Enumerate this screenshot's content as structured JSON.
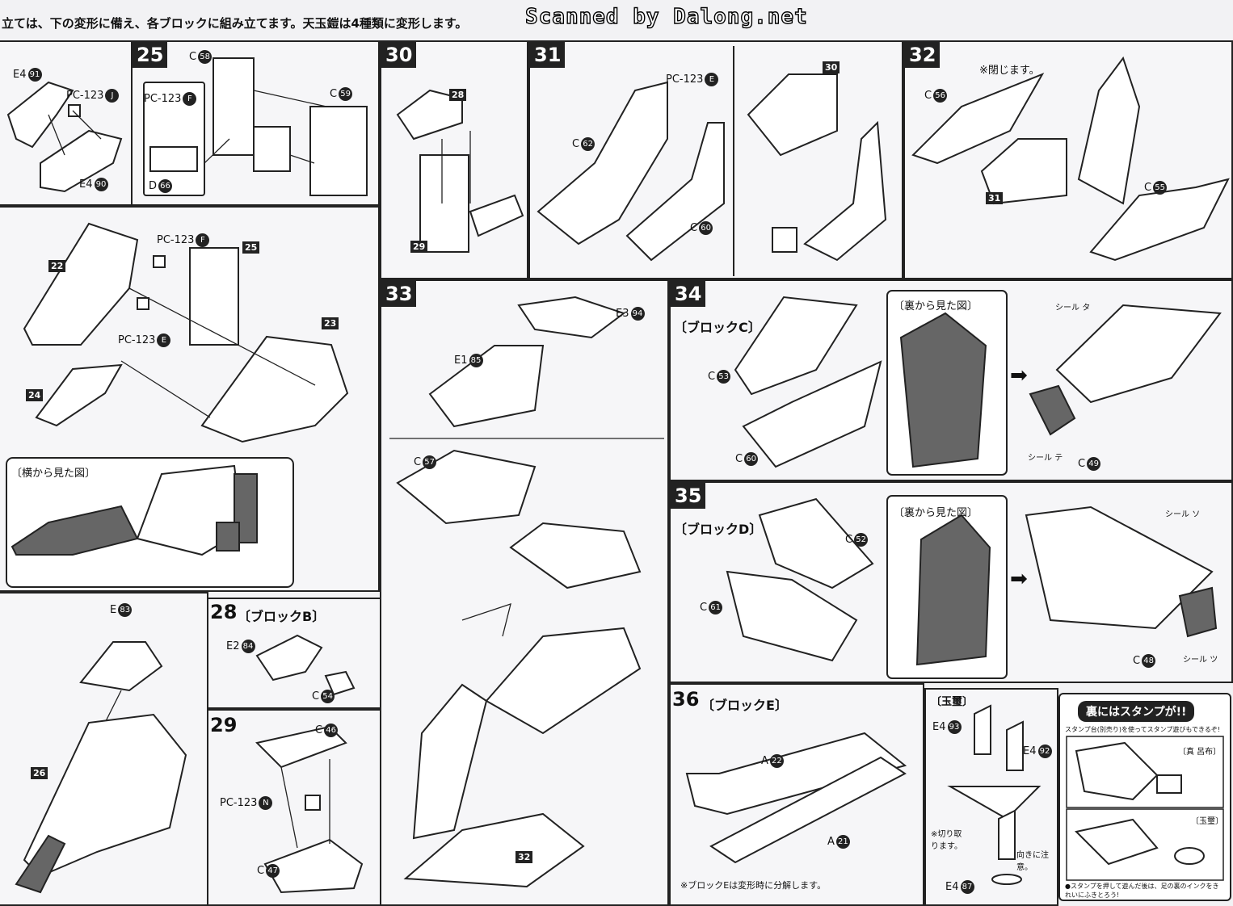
{
  "header": {
    "note": "立ては、下の変形に備え、各ブロックに組み立てます。天玉鎧は4種類に変形します。",
    "watermark": "Scanned by Dalong.net"
  },
  "steps": {
    "s25": "25",
    "s28": "28",
    "s29": "29",
    "s30": "30",
    "s31": "31",
    "s32": "32",
    "s33": "33",
    "s34": "34",
    "s35": "35",
    "s36": "36"
  },
  "blocks": {
    "b": "〔ブロックB〕",
    "c": "〔ブロックC〕",
    "d": "〔ブロックD〕",
    "e": "〔ブロックE〕"
  },
  "views": {
    "side": "〔横から見た図〕",
    "back_c": "〔裏から見た図〕",
    "back_d": "〔裏から見た図〕"
  },
  "notes": {
    "close": "※閉じます。",
    "block_e_split": "※ブロックEは変形時に分解します。",
    "cut": "※切り取ります。",
    "direction": "向きに注意。",
    "gyokuji": "〔玉璽〕"
  },
  "stamp": {
    "title": "裏にはスタンプが!!",
    "subtitle": "スタンプ台(別売り)を使ってスタンプ遊びもできるぞ!",
    "lubu": "〔真 呂布〕",
    "gyokuji": "〔玉璽〕",
    "footer": "●スタンプを押して遊んだ後は、足の裏のインクをきれいにふきとろう!"
  },
  "seals": {
    "ta": "タ",
    "te": "テ",
    "so": "ソ",
    "tsu": "ツ",
    "seal": "シール"
  },
  "labels": {
    "e4_91": "E4",
    "n91": "91",
    "pc_j": "PC-123",
    "nj": "J",
    "e4_90": "E4",
    "n90": "90",
    "c58": "C",
    "n58": "58",
    "c59": "C",
    "n59": "59",
    "pc_f1": "PC-123",
    "nf1": "F",
    "d66": "D",
    "n66": "66",
    "pc_f2": "PC-123",
    "nf2": "F",
    "pc_e1": "PC-123",
    "ne1": "E",
    "sub22": "22",
    "sub23": "23",
    "sub24": "24",
    "sub25": "25",
    "sub26": "26",
    "e83": "E",
    "n83": "83",
    "e2_84": "E2",
    "n84": "84",
    "c54": "C",
    "n54": "54",
    "c46": "C",
    "n46": "46",
    "pc_n": "PC-123",
    "nn": "N",
    "c47": "C",
    "n47": "47",
    "sub28": "28",
    "sub29": "29",
    "sub30": "30",
    "sub31": "31",
    "sub32": "32",
    "pc_e2": "PC-123",
    "ne2": "E",
    "c62": "C",
    "n62": "62",
    "c60": "C",
    "n60": "60",
    "c56": "C",
    "n56": "56",
    "c55": "C",
    "n55": "55",
    "e3_94": "E3",
    "n94": "94",
    "e1_85": "E1",
    "n85": "85",
    "c57": "C",
    "n57": "57",
    "c53": "C",
    "n53": "53",
    "c60b": "C",
    "n60b": "60",
    "c49": "C",
    "n49": "49",
    "c52": "C",
    "n52": "52",
    "c61": "C",
    "n61": "61",
    "c48": "C",
    "n48": "48",
    "a22": "A",
    "n22": "22",
    "a21": "A",
    "n21": "21",
    "e4_93": "E4",
    "n93": "93",
    "e4_92": "E4",
    "n92": "92",
    "e4_87": "E4",
    "n87": "87"
  }
}
